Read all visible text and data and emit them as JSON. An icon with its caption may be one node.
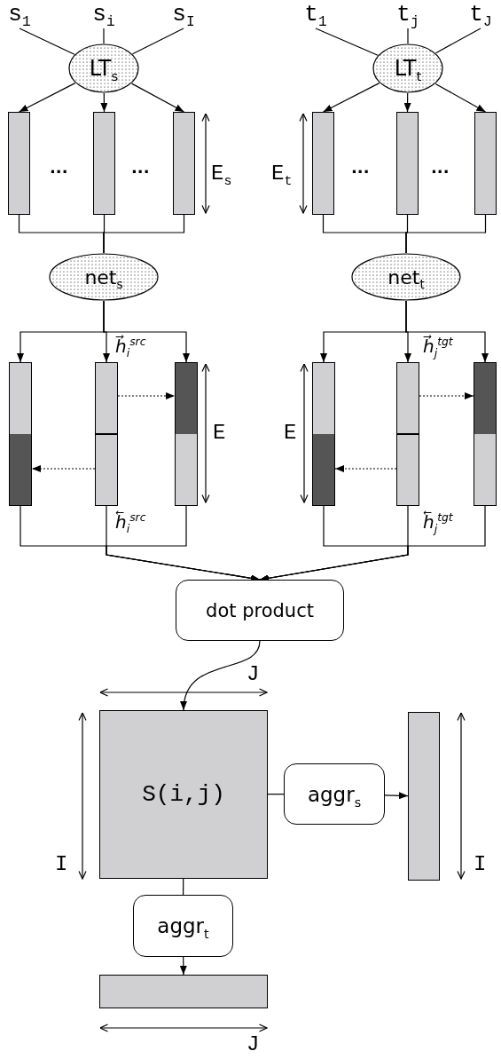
{
  "diagram": {
    "nodes": [
      {
        "text": [
          "s$_{1}$"
        ]
      },
      {
        "text": [
          "s$_{i}$"
        ]
      },
      {
        "text": [
          "s$_{I}$"
        ]
      },
      {
        "text": [
          "t$_{1}$"
        ]
      },
      {
        "text": [
          "t$_{j}$"
        ]
      },
      {
        "text": [
          "t$_{J}$"
        ]
      },
      {
        "text": [
          "LT$_{s}$"
        ]
      },
      {
        "text": [
          "LT$_{t}$"
        ]
      },
      {
        "text": [],
        "shape": "bar"
      },
      {
        "text": [],
        "shape": "bar"
      },
      {
        "text": [],
        "shape": "bar"
      },
      {
        "text": [],
        "shape": "bar"
      },
      {
        "text": [],
        "shape": "bar"
      },
      {
        "text": [],
        "shape": "bar"
      },
      {
        "text": [
          "net$_{s}$"
        ]
      },
      {
        "text": [
          "net$_{t}$"
        ]
      },
      {
        "text": [],
        "shape": "bar"
      },
      {
        "text": [],
        "shape": "bar"
      },
      {
        "text": [],
        "shape": "bar"
      },
      {
        "text": [],
        "shape": "bar"
      },
      {
        "text": [],
        "shape": "bar"
      },
      {
        "text": [],
        "shape": "bar"
      },
      {
        "text": [
          "dot product"
        ]
      },
      {
        "text": [
          "S(i,j)"
        ]
      },
      {
        "text": [
          "aggr$_{s}$"
        ]
      },
      {
        "text": [],
        "shape": "bar"
      },
      {
        "text": [
          "aggr$_{t}$"
        ]
      },
      {
        "text": [],
        "shape": "bar"
      }
    ],
    "edges": [
      {
        "from": 0,
        "to": 6,
        "arrow": "none"
      },
      {
        "from": 1,
        "to": 6,
        "arrow": "none"
      },
      {
        "from": 2,
        "to": 6,
        "arrow": "none"
      },
      {
        "from": 3,
        "to": 7,
        "arrow": "none"
      },
      {
        "from": 4,
        "to": 7,
        "arrow": "none"
      },
      {
        "from": 5,
        "to": 7,
        "arrow": "none"
      },
      {
        "from": 6,
        "to": 8,
        "arrow": "to"
      },
      {
        "from": 6,
        "to": 9,
        "arrow": "to"
      },
      {
        "from": 6,
        "to": 10,
        "arrow": "to"
      },
      {
        "from": 7,
        "to": 11,
        "arrow": "to"
      },
      {
        "from": 7,
        "to": 12,
        "arrow": "to"
      },
      {
        "from": 7,
        "to": 13,
        "arrow": "to"
      },
      {
        "from": 8,
        "to": 14,
        "arrow": "none"
      },
      {
        "from": 9,
        "to": 14,
        "arrow": "none"
      },
      {
        "from": 10,
        "to": 14,
        "arrow": "none"
      },
      {
        "from": 11,
        "to": 15,
        "arrow": "none"
      },
      {
        "from": 12,
        "to": 15,
        "arrow": "none"
      },
      {
        "from": 13,
        "to": 15,
        "arrow": "none"
      },
      {
        "from": 14,
        "to": 16,
        "arrow": "to"
      },
      {
        "from": 14,
        "to": 17,
        "arrow": "to"
      },
      {
        "from": 14,
        "to": 18,
        "arrow": "to"
      },
      {
        "from": 15,
        "to": 19,
        "arrow": "to"
      },
      {
        "from": 15,
        "to": 20,
        "arrow": "to"
      },
      {
        "from": 15,
        "to": 21,
        "arrow": "to"
      },
      {
        "from": 17,
        "to": 18,
        "arrow": "to",
        "style": "dashed"
      },
      {
        "from": 17,
        "to": 16,
        "arrow": "to",
        "style": "dashed"
      },
      {
        "from": 20,
        "to": 21,
        "arrow": "to",
        "style": "dashed"
      },
      {
        "from": 20,
        "to": 19,
        "arrow": "to",
        "style": "dashed"
      },
      {
        "from": 16,
        "to": 22,
        "arrow": "to"
      },
      {
        "from": 17,
        "to": 22,
        "arrow": "to"
      },
      {
        "from": 18,
        "to": 22,
        "arrow": "to"
      },
      {
        "from": 19,
        "to": 22,
        "arrow": "to"
      },
      {
        "from": 20,
        "to": 22,
        "arrow": "to"
      },
      {
        "from": 21,
        "to": 22,
        "arrow": "to"
      },
      {
        "from": 22,
        "to": 23,
        "arrow": "to"
      },
      {
        "from": 23,
        "to": 24,
        "arrow": "none"
      },
      {
        "from": 24,
        "to": 25,
        "arrow": "to"
      },
      {
        "from": 23,
        "to": 26,
        "arrow": "none"
      },
      {
        "from": 26,
        "to": 27,
        "arrow": "to"
      }
    ],
    "labels": [
      "...",
      "...",
      "E$_{s}$",
      "E$_{t}$",
      "...",
      "...",
      "h⃗$_{i}$$^{src}$",
      "h⃗$_{j}$$^{tgt}$",
      "E",
      "E",
      "h⃖$_{i}$$^{src}$",
      "h⃖$_{j}$$^{tgt}$",
      "J",
      "I",
      "I",
      "J"
    ]
  }
}
